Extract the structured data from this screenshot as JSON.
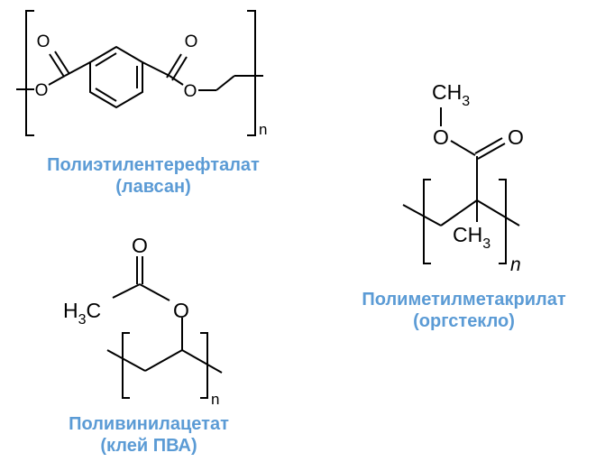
{
  "molecules": {
    "pet": {
      "name": "Полиэтилентерефталат",
      "alias": "(лавсан)",
      "atoms": {
        "o_carbonyl_left": "O",
        "o_carbonyl_right": "O",
        "o_ester_left": "O",
        "o_ester_right": "O"
      },
      "subscript": "n"
    },
    "pmma": {
      "name": "Полиметилметакрилат",
      "alias": "(оргстекло)",
      "atoms": {
        "methyl_top": "CH",
        "methyl_top_sub": "3",
        "o_ester": "O",
        "o_carbonyl": "O",
        "methyl_bottom": "CH",
        "methyl_bottom_sub": "3"
      },
      "subscript": "n"
    },
    "pva": {
      "name": "Поливинилацетат",
      "alias": "(клей ПВА)",
      "atoms": {
        "o_carbonyl": "O",
        "o_ester": "O",
        "methyl": "H",
        "methyl_sub": "3",
        "methyl_c": "C"
      },
      "subscript": "n"
    }
  },
  "colors": {
    "caption": "#5b9bd5",
    "structure": "#000000"
  }
}
